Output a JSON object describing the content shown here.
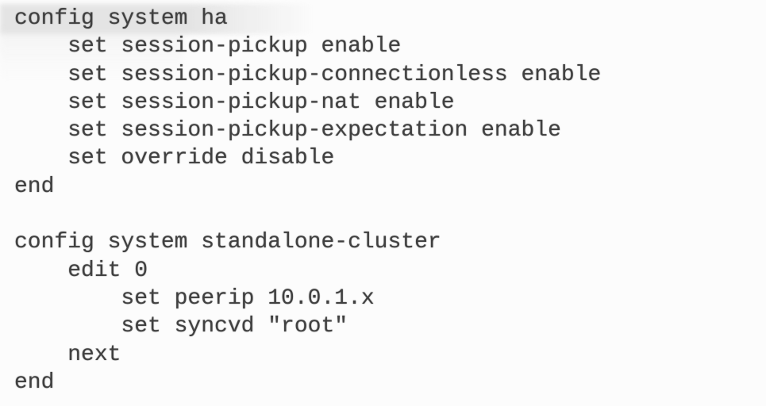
{
  "colors": {
    "background": "#fcfcfc",
    "text": "#404040",
    "highlight": "#e4e4e4"
  },
  "code": {
    "language": "fortios-cli",
    "highlighted_line_index": 0,
    "lines": [
      "config system ha",
      "    set session-pickup enable",
      "    set session-pickup-connectionless enable",
      "    set session-pickup-nat enable",
      "    set session-pickup-expectation enable",
      "    set override disable",
      "end",
      "",
      "config system standalone-cluster",
      "    edit 0",
      "        set peerip 10.0.1.x",
      "        set syncvd \"root\"",
      "    next",
      "end"
    ]
  }
}
